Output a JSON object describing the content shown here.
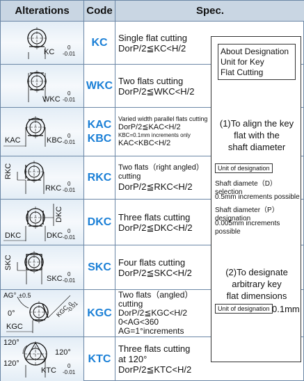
{
  "header": {
    "alterations": "Alterations",
    "code": "Code",
    "spec": "Spec."
  },
  "rows": [
    {
      "code": "KC",
      "dim": "KC",
      "tol_top": "0",
      "tol_bot": "-0.01",
      "spec": [
        "Single flat cutting",
        "DorP/2≦KC<H/2"
      ]
    },
    {
      "code": "WKC",
      "dim": "WKC",
      "tol_top": "0",
      "tol_bot": "-0.01",
      "spec": [
        "Two flats cutting",
        "DorP/2≦WKC<H/2"
      ]
    },
    {
      "code": "KAC",
      "code2": "KBC",
      "dim": "KAC",
      "dim2": "KBC",
      "tol_top": "0",
      "tol_bot": "-0.01",
      "spec": [
        "Varied width parallel flats cutting",
        "DorP/2≦KAC<H/2",
        "KBC=0.1mm increments only",
        "KAC<KBC<H/2"
      ]
    },
    {
      "code": "RKC",
      "dim": "RKC",
      "dim2": "RKC",
      "tol_top": "0",
      "tol_bot": "-0.01",
      "spec": [
        "Two flats（right angled）cutting",
        "DorP/2≦RKC<H/2"
      ]
    },
    {
      "code": "DKC",
      "dim": "DKC",
      "dim2": "DKC",
      "dim3": "DKC",
      "tol_top": "0",
      "tol_bot": "-0.01",
      "spec": [
        "Three flats cutting",
        "DorP/2≦DKC<H/2"
      ]
    },
    {
      "code": "SKC",
      "dim": "SKC",
      "dim2": "SKC",
      "tol_top": "0",
      "tol_bot": "-0.01",
      "spec": [
        "Four flats cutting",
        "DorP/2≦SKC<H/2"
      ]
    },
    {
      "code": "KGC",
      "dim": "KGC",
      "dim2": "KGC",
      "ag": "AG°",
      "ag_tol": "±0.5",
      "zero_deg": "0°",
      "tol_top": "0",
      "tol_bot": "-0.01",
      "spec": [
        "Two flats（angled）cutting",
        "DorP/2≦KGC<H/2",
        "0<AG<360",
        "AG=1°increments"
      ]
    },
    {
      "code": "KTC",
      "dim": "KTC",
      "ang1": "120°",
      "ang2": "120°",
      "ang3": "120°",
      "tol_top": "0",
      "tol_bot": "-0.01",
      "spec": [
        "Three flats cutting",
        "at 120°",
        "DorP/2≦KTC<H/2"
      ]
    }
  ],
  "sidebox": {
    "about": [
      "About Designation",
      "Unit for Key",
      "Flat Cutting"
    ],
    "align": [
      "(1)To align the key",
      "flat with the",
      "shaft diameter"
    ],
    "unit_label": "Unit of designation",
    "lines": [
      "Shaft diamete（D）selection",
      "0.5mm increments possible",
      "Shaft diameter（P）designation",
      "0.005mm increments possible"
    ],
    "arbitrary": [
      "(2)To designate",
      "arbitrary key",
      "flat dimensions"
    ],
    "unit_label2": "Unit of designation",
    "increment": "0.1mm"
  }
}
